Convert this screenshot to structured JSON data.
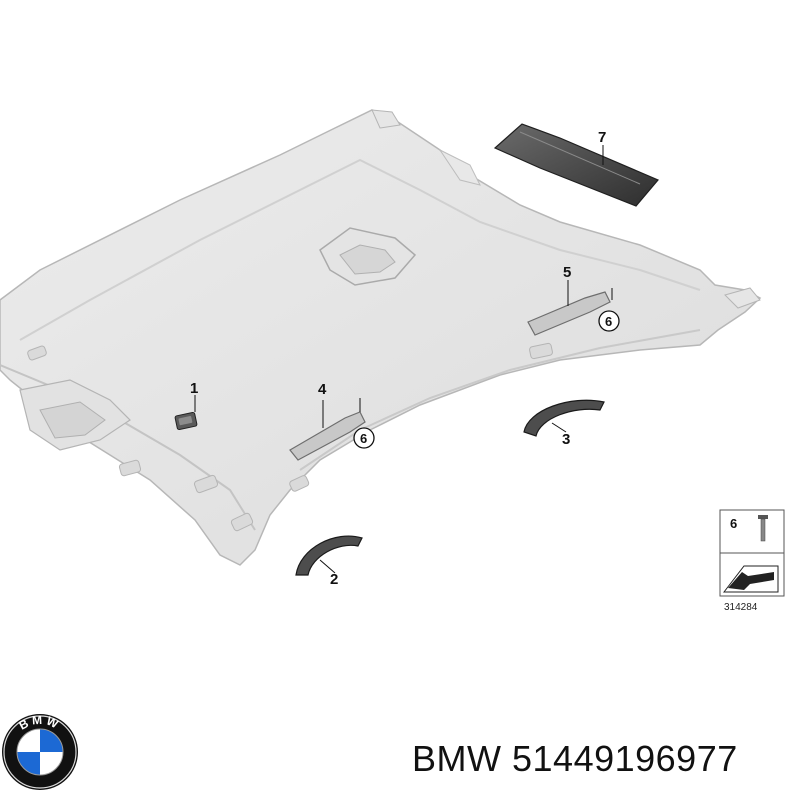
{
  "diagram": {
    "callouts": {
      "c1": "1",
      "c2": "2",
      "c3": "3",
      "c4": "4",
      "c5": "5",
      "c6a": "6",
      "c6b": "6",
      "c7": "7"
    },
    "legend": {
      "item_number": "6",
      "reference_code": "314284"
    }
  },
  "caption": {
    "brand": "BMW",
    "part_number": "51449196977"
  },
  "logo": {
    "letters": "BMW",
    "colors": {
      "blue": "#1c69d4",
      "white": "#ffffff",
      "ring": "#111111"
    }
  }
}
